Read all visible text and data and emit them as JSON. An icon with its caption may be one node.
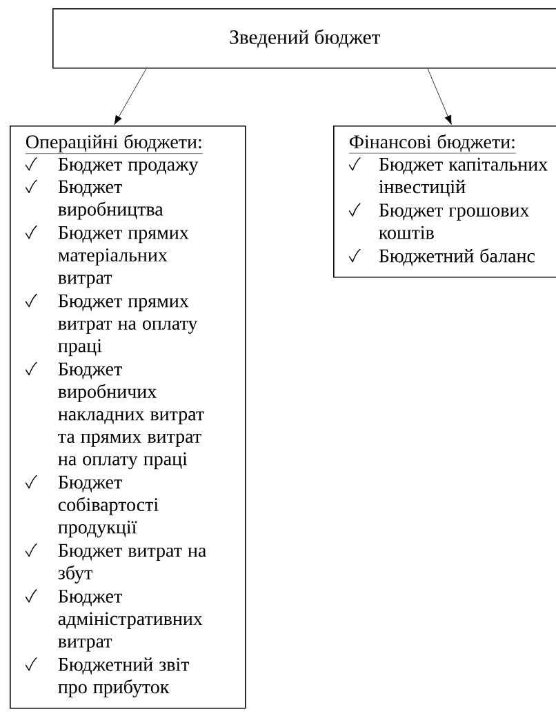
{
  "diagram": {
    "nodes": [
      {
        "text": [
          "Зведений бюджет"
        ]
      },
      {
        "text": [
          "Операційні бюджети:",
          "Бюджет продажу",
          "Бюджет виробництва",
          "Бюджет прямих матеріальних витрат",
          "Бюджет прямих витрат на оплату праці",
          "Бюджет виробничих накладних витрат та прямих витрат на оплату праці",
          "Бюджет собівартості продукції",
          "Бюджет витрат на збут",
          "Бюджет адміністративних витрат",
          "Бюджетний звіт про прибуток"
        ]
      },
      {
        "text": [
          "Фінансові бюджети:",
          "Бюджет капітальних інвестицій",
          "Бюджет грошових коштів",
          "Бюджетний баланс"
        ]
      }
    ],
    "edges": [
      {
        "from": 0,
        "to": 1,
        "arrow": "to"
      },
      {
        "from": 0,
        "to": 2,
        "arrow": "to"
      }
    ]
  }
}
